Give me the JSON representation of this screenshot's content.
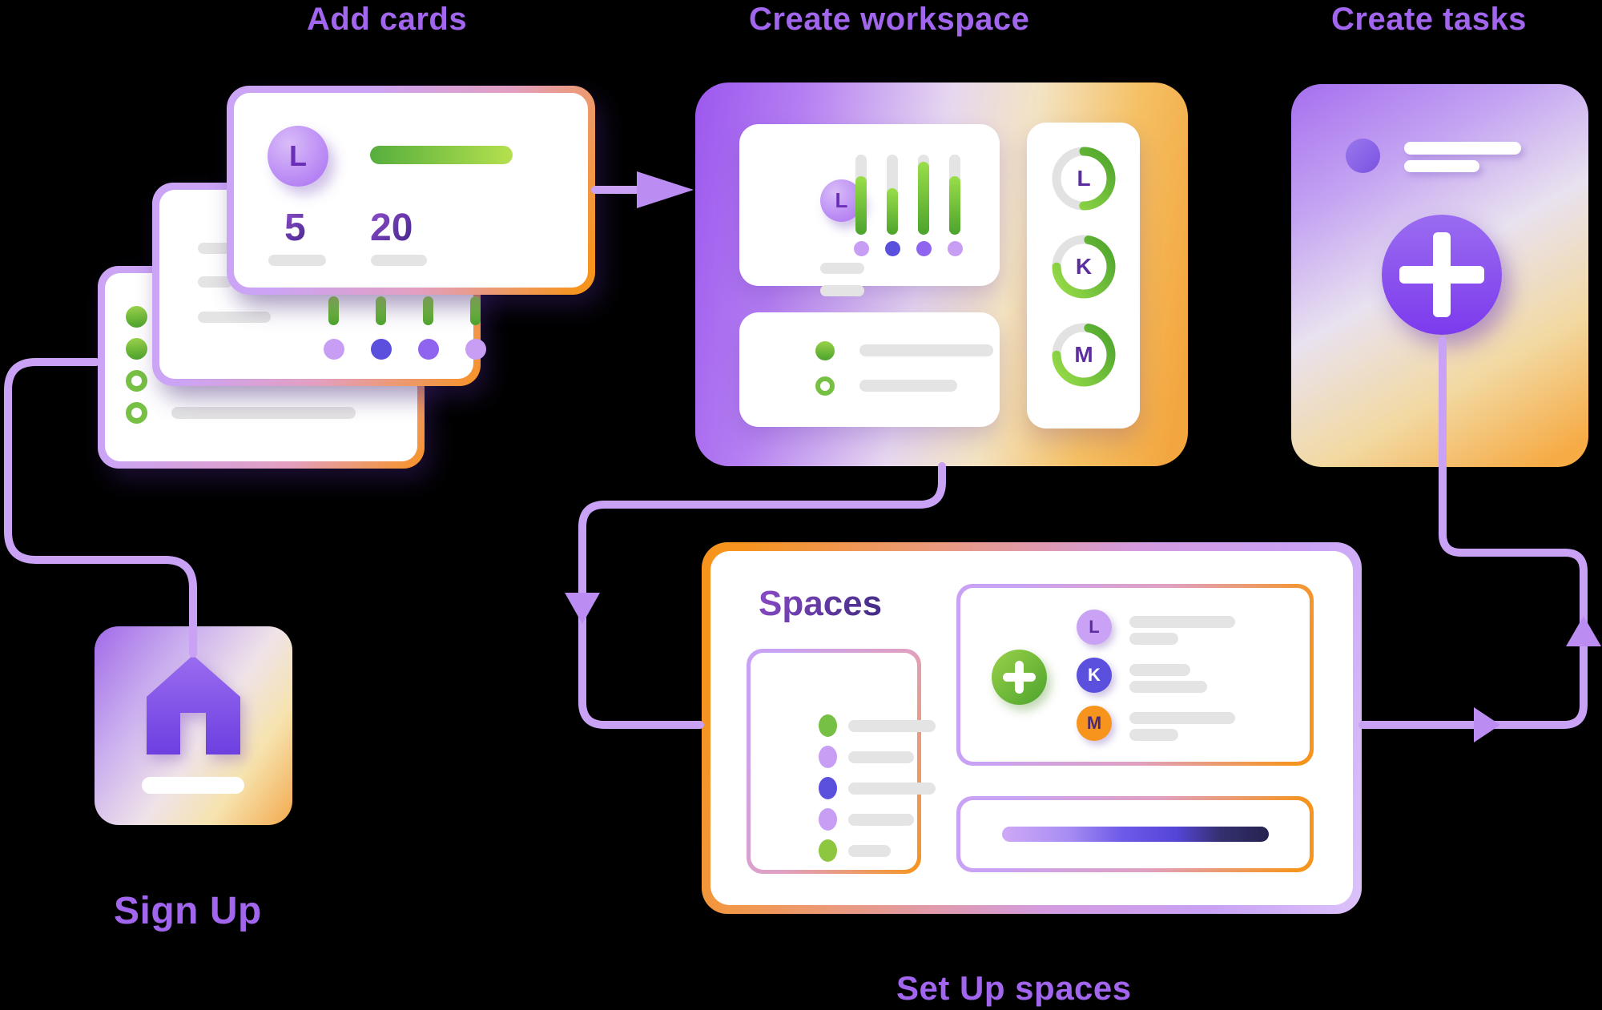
{
  "labels": {
    "add_cards": "Add cards",
    "create_workspace": "Create workspace",
    "create_tasks": "Create tasks",
    "sign_up": "Sign Up",
    "set_up_spaces": "Set Up spaces"
  },
  "colors": {
    "label_purple": "#a266ee",
    "line_grey": "#e4e4e4",
    "connector": "#c9a2f5",
    "arrowhead": "#bb8df2",
    "green_dark": "#4ca32c",
    "green_light": "#9ade4a",
    "light_purple": "#c89ef5",
    "indigo": "#5b4fdd",
    "mid_purple": "#8f64ee",
    "orange": "#f6941d",
    "dark_purple_letter": "#5c2d9e"
  },
  "add_cards_stack": {
    "front_card": {
      "avatar_letter": "L",
      "stat_left": "5",
      "stat_right": "20",
      "progress_gradient": [
        "#56ae3e",
        "#b5e04e"
      ]
    },
    "middle_card": {
      "bars": 4,
      "bar_dot_colors": [
        "#c89ef5",
        "#5b4fdd",
        "#8f64ee",
        "#c89ef5"
      ]
    },
    "back_card": {
      "bullets": [
        {
          "type": "filled",
          "color": "#76c043"
        },
        {
          "type": "filled",
          "color": "#76c043"
        },
        {
          "type": "ring",
          "color": "#76c043"
        },
        {
          "type": "ring",
          "color": "#76c043"
        }
      ]
    }
  },
  "workspace": {
    "chart_card": {
      "avatar_letter": "L",
      "bars": [
        {
          "track_h": 100,
          "fill_h": 73
        },
        {
          "track_h": 100,
          "fill_h": 58
        },
        {
          "track_h": 100,
          "fill_h": 91
        },
        {
          "track_h": 100,
          "fill_h": 73
        }
      ],
      "dot_colors": [
        "#c89ef5",
        "#5b4fdd",
        "#8f64ee",
        "#c89ef5"
      ]
    },
    "list_card": {
      "rows": [
        {
          "bullet": "filled",
          "line_w": 167
        },
        {
          "bullet": "ring",
          "line_w": 122
        }
      ]
    },
    "rings_card": {
      "rings": [
        {
          "letter": "L",
          "pct": 50,
          "rot": -90
        },
        {
          "letter": "K",
          "pct": 72,
          "rot": -80
        },
        {
          "letter": "M",
          "pct": 72,
          "rot": -80
        }
      ]
    }
  },
  "tasks": {
    "dot_color": "#8a63e8",
    "title_lines": [
      146,
      94
    ],
    "plus_button": {
      "shape": "plus"
    }
  },
  "signup": {
    "house_color_top": "#9a6cf0",
    "house_color_bottom": "#6d3fe0"
  },
  "spaces": {
    "title": "Spaces",
    "list_rows": [
      {
        "color": "#76c043",
        "line_w": 109
      },
      {
        "color": "#c89ef5",
        "line_w": 82
      },
      {
        "color": "#5b4fdd",
        "line_w": 109
      },
      {
        "color": "#c89ef5",
        "line_w": 82
      },
      {
        "color": "#8dc63f",
        "line_w": 53
      }
    ],
    "members": [
      {
        "letter": "L",
        "bg": "#c9a2f5",
        "fg": "#5c2d9e",
        "lines": [
          132,
          61
        ]
      },
      {
        "letter": "K",
        "bg": "#5b50dd",
        "fg": "#ffffff",
        "lines": [
          76,
          97
        ]
      },
      {
        "letter": "M",
        "bg": "#f6941d",
        "fg": "#472a7a",
        "lines": [
          132,
          61
        ]
      }
    ],
    "progress_gradient": [
      "#cfa9f7",
      "#a78df2",
      "#6d5ae8",
      "#5546d8",
      "#34306e",
      "#262250"
    ]
  }
}
